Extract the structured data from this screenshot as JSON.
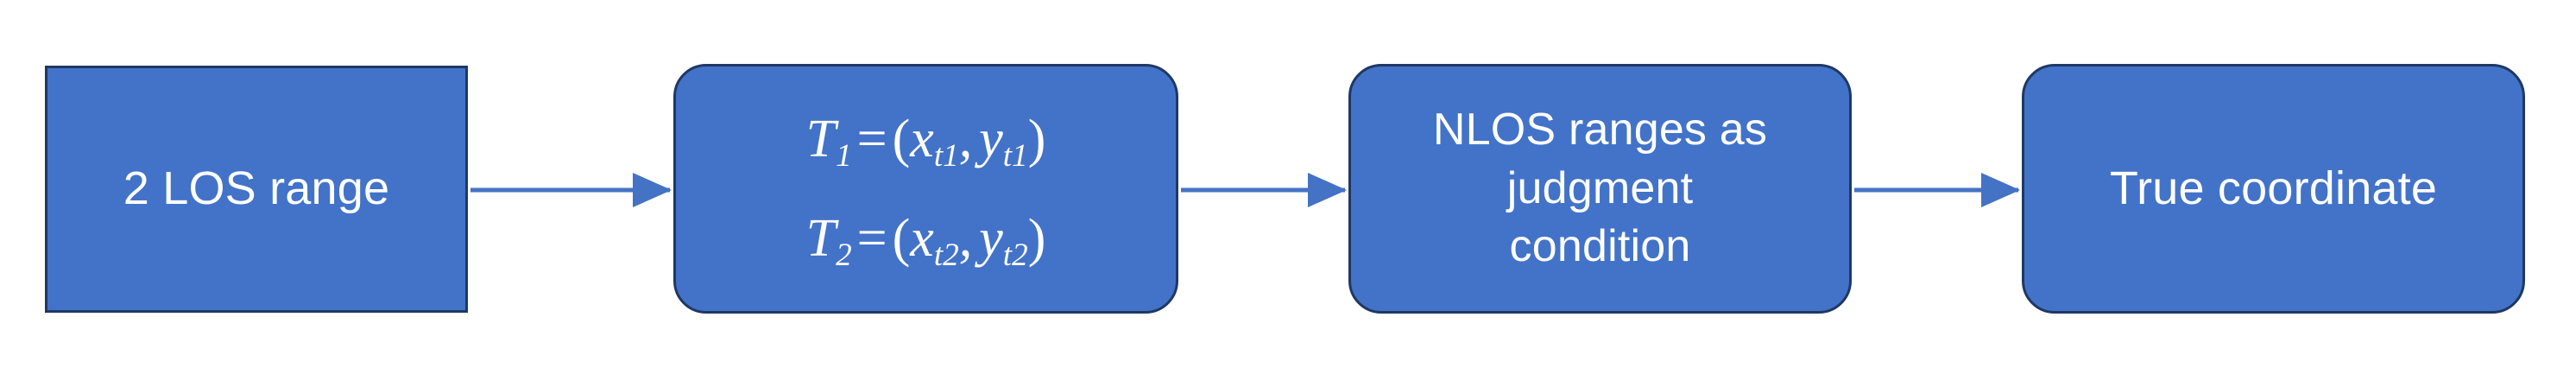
{
  "diagram": {
    "type": "flowchart",
    "orientation": "left-to-right",
    "background_color": "#FFFFFF",
    "node_fill_color": "#4273C8",
    "node_border_color": "#1F3864",
    "node_text_color": "#FFFFFF",
    "arrow_color": "#4472C4",
    "nodes": [
      {
        "id": "los-range",
        "label": "2 LOS range",
        "shape": "rectangle",
        "order": 1
      },
      {
        "id": "targets",
        "label": "T₁ = (xₜ₁, yₜ₁)  T₂ = (xₜ₂, yₜ₂)",
        "shape": "rounded-rectangle",
        "order": 2,
        "formulas": [
          {
            "id": "t1",
            "lhs": "T",
            "lhs_sub": "1",
            "operator": "=",
            "open_paren": "(",
            "x_var": "x",
            "x_sub": "t1",
            "comma": ",",
            "y_var": "y",
            "y_sub": "t1",
            "close_paren": ")"
          },
          {
            "id": "t2",
            "lhs": "T",
            "lhs_sub": "2",
            "operator": "=",
            "open_paren": "(",
            "x_var": "x",
            "x_sub": "t2",
            "comma": ",",
            "y_var": "y",
            "y_sub": "t2",
            "close_paren": ")"
          }
        ]
      },
      {
        "id": "nlos-condition",
        "label": "NLOS ranges as\njudgment\ncondition",
        "shape": "rounded-rectangle",
        "order": 3
      },
      {
        "id": "true-coordinate",
        "label": "True coordinate",
        "shape": "rounded-rectangle",
        "order": 4
      }
    ],
    "edges": [
      {
        "id": "edge-1",
        "from": "los-range",
        "to": "targets",
        "label": "",
        "style": "solid-arrow"
      },
      {
        "id": "edge-2",
        "from": "targets",
        "to": "nlos-condition",
        "label": "",
        "style": "solid-arrow"
      },
      {
        "id": "edge-3",
        "from": "nlos-condition",
        "to": "true-coordinate",
        "label": "",
        "style": "solid-arrow"
      }
    ]
  }
}
